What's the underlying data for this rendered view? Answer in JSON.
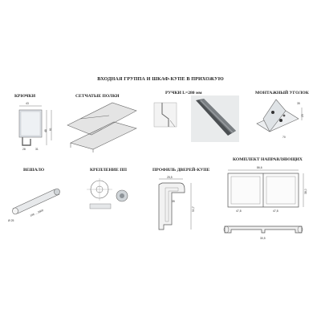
{
  "title": "ВХОДНАЯ ГРУППА И ШКАФ-КУПЕ В ПРИХОЖУЮ",
  "items": {
    "hooks": {
      "label": "КРЮЧКИ",
      "dims": [
        "43",
        "48",
        "61",
        "28",
        "31"
      ]
    },
    "shelves": {
      "label": "СЕТЧАТЫЕ ПОЛКИ"
    },
    "handles": {
      "label": "РУЧКИ L=280 мм"
    },
    "corner": {
      "label": "МОНТАЖНЫЙ УГОЛОК",
      "dims": [
        "35",
        "25",
        "70"
      ]
    },
    "hanger": {
      "label": "ВЕШАЛО",
      "dims": [
        "Ø 25",
        "186 ... 3600"
      ]
    },
    "mount": {
      "label": "КРЕПЛЕНИЕ ПП"
    },
    "profile": {
      "label": "ПРОФИЛЬ ДВЕРЕЙ-КУПЕ",
      "dims": [
        "25,5",
        "35",
        "50,7"
      ]
    },
    "guides": {
      "label": "КОМПЛЕКТ НАПРАВЛЯЮЩИХ",
      "dims": [
        "86,6",
        "47,8",
        "47,8",
        "38,0",
        "30,5"
      ]
    }
  }
}
